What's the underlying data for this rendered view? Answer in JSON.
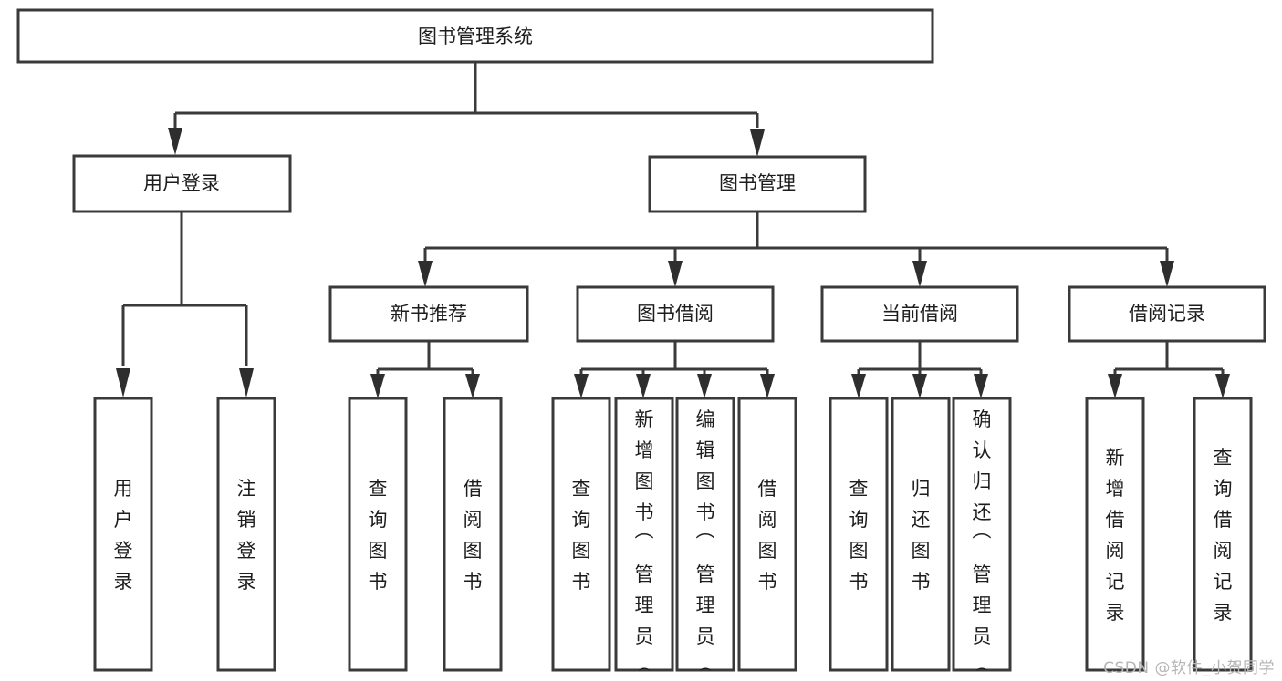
{
  "diagram": {
    "title": "图书管理系统",
    "type": "tree-hierarchy-diagram",
    "colors": {
      "box_stroke": "#3a3a3a",
      "box_fill": "#ffffff",
      "connector": "#3a3a3a",
      "text": "#1d1d1d",
      "watermark": "#b6b6b6",
      "background": "#ffffff"
    },
    "root": {
      "label": "图书管理系统"
    },
    "level2": [
      {
        "label": "用户登录"
      },
      {
        "label": "图书管理"
      }
    ],
    "level3": [
      {
        "label": "新书推荐"
      },
      {
        "label": "图书借阅"
      },
      {
        "label": "当前借阅"
      },
      {
        "label": "借阅记录"
      }
    ],
    "leaves": {
      "user_login": [
        {
          "label": "用户登录"
        },
        {
          "label": "注销登录"
        }
      ],
      "new_book_recommend": [
        {
          "label": "查询图书"
        },
        {
          "label": "借阅图书"
        }
      ],
      "book_borrow": [
        {
          "label": "查询图书"
        },
        {
          "label": "新增图书（管理员）"
        },
        {
          "label": "编辑图书（管理员）"
        },
        {
          "label": "借阅图书"
        }
      ],
      "current_borrow": [
        {
          "label": "查询图书"
        },
        {
          "label": "归还图书"
        },
        {
          "label": "确认归还（管理员）"
        }
      ],
      "borrow_record": [
        {
          "label": "新增借阅记录"
        },
        {
          "label": "查询借阅记录"
        }
      ]
    }
  },
  "watermark": {
    "text": "CSDN @软件_小贺同学"
  }
}
